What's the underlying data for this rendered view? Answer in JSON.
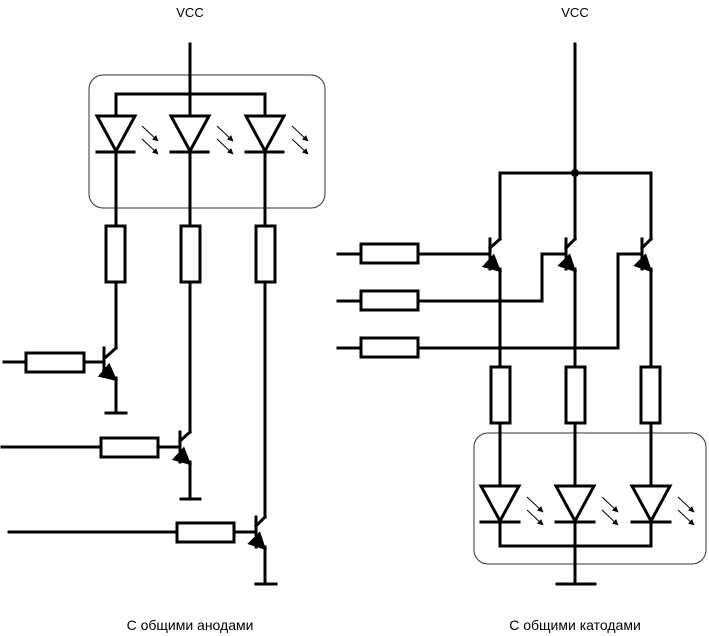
{
  "diagram": {
    "type": "led-driver-schematics",
    "left_circuit": {
      "supply_label": "VCC",
      "caption": "С общими анодами",
      "led_count": 3,
      "transistor_count": 3,
      "resistor_count": 6,
      "transistor_type": "NPN",
      "ground_symbols": 3
    },
    "right_circuit": {
      "supply_label": "VCC",
      "caption": "С общими катодами",
      "led_count": 3,
      "transistor_count": 3,
      "resistor_count": 6,
      "transistor_type": "NPN",
      "ground_symbols": 1
    }
  }
}
